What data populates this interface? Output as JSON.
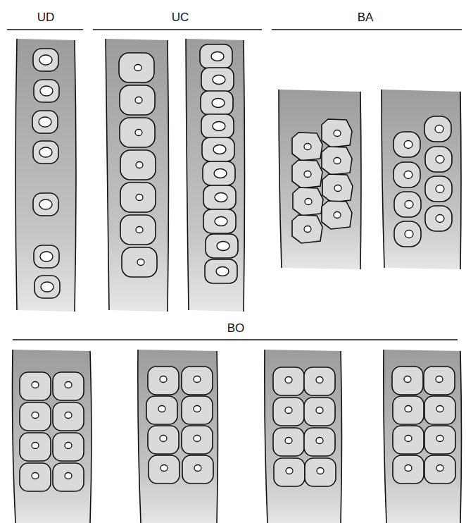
{
  "diagram": {
    "labels": [
      "UD",
      "UC",
      "BA",
      "BO"
    ]
  }
}
